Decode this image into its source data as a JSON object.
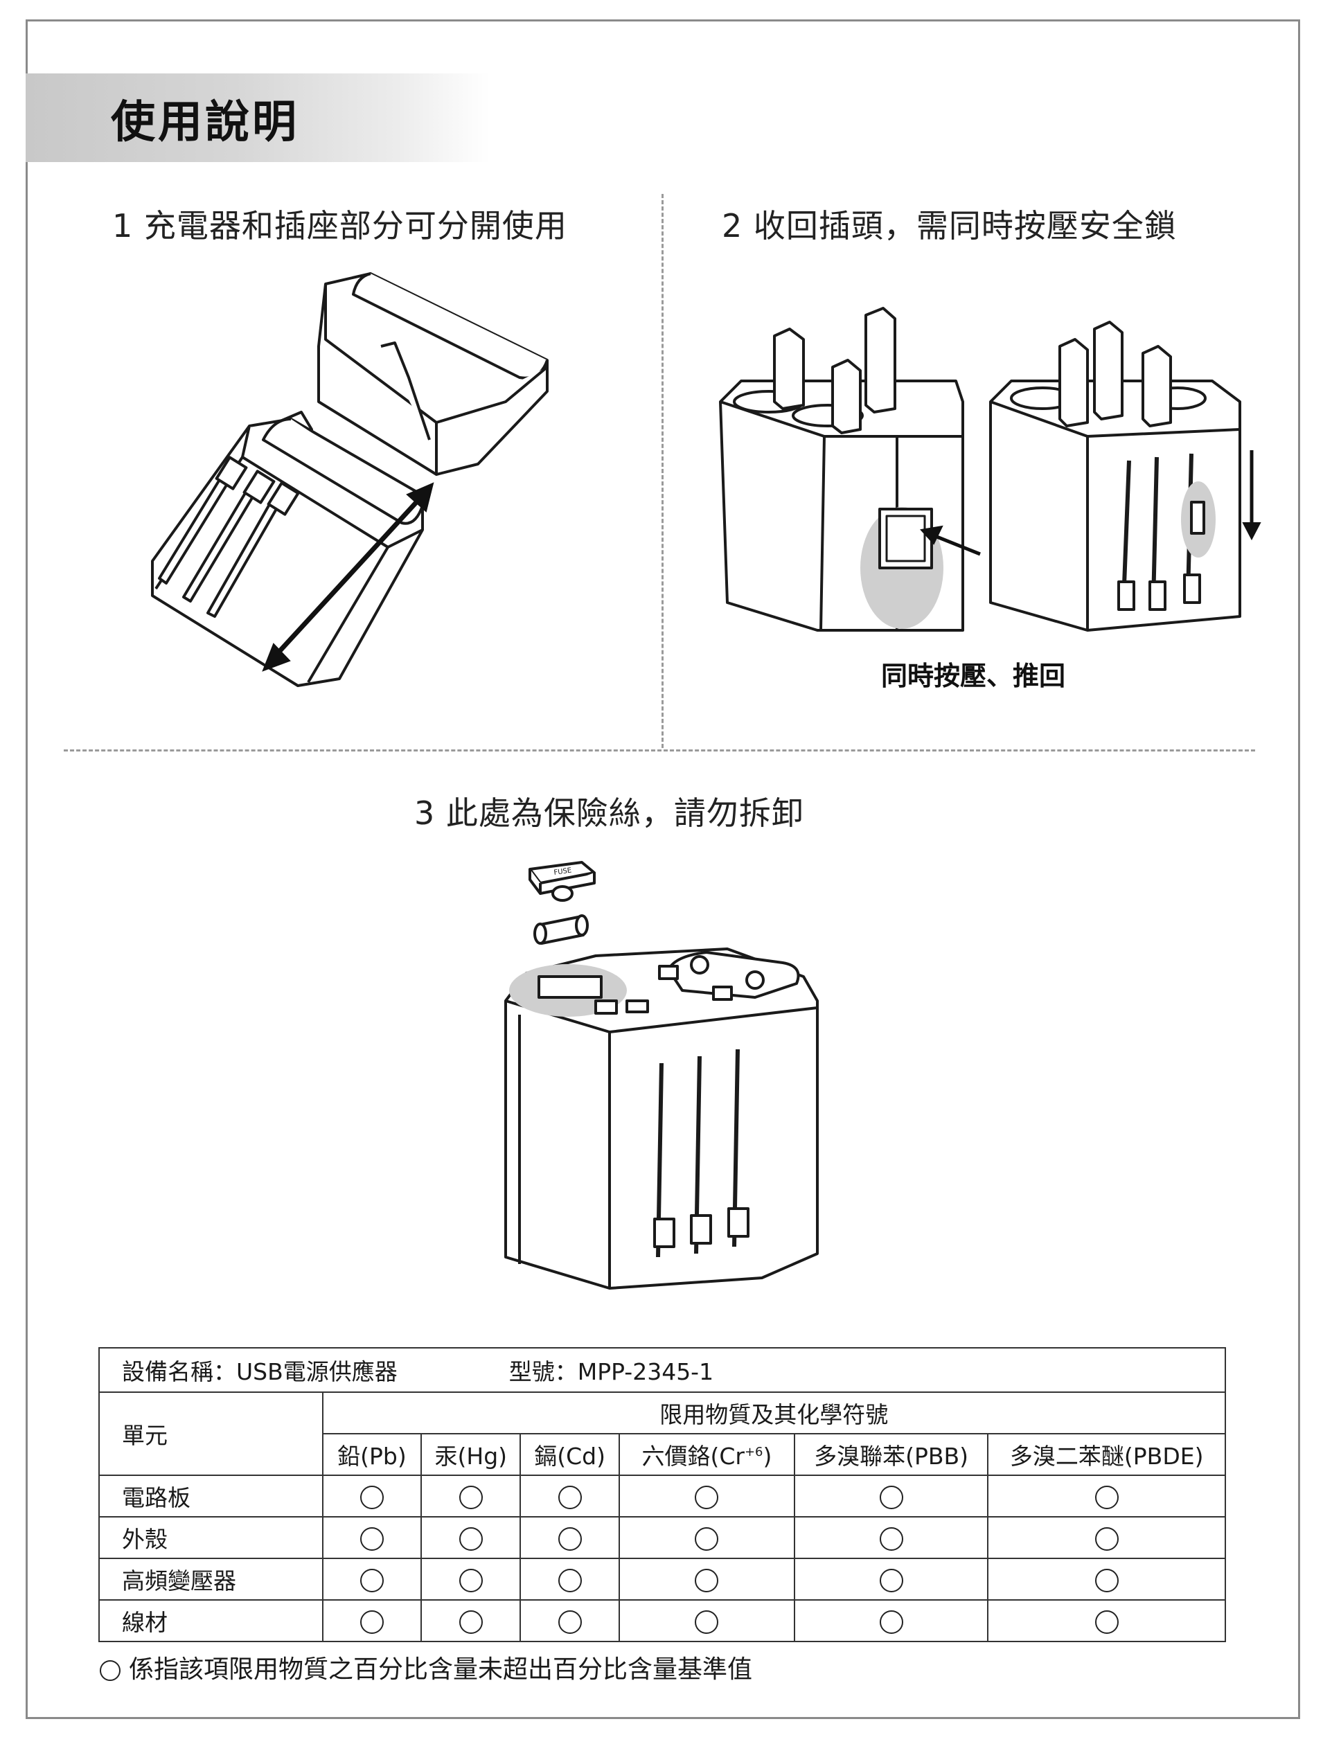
{
  "title": "使用說明",
  "steps": {
    "step1": "1 充電器和插座部分可分開使用",
    "step2": "2 收回插頭，需同時按壓安全鎖",
    "step2_annotation": "同時按壓、推回",
    "step3": "3 此處為保險絲，請勿拆卸"
  },
  "fuse_label": "FUSE",
  "table": {
    "device_name_label": "設備名稱：USB電源供應器",
    "model_label": "型號：MPP-2345-1",
    "unit_header": "單元",
    "restricted_header": "限用物質及其化學符號",
    "substances": [
      "鉛(Pb)",
      "汞(Hg)",
      "鎘(Cd)",
      "六價鉻(Cr",
      "多溴聯苯(PBB)",
      "多溴二苯醚(PBDE)"
    ],
    "cr_superscript": "+6",
    "cr_close": ")",
    "rows": [
      {
        "unit": "電路板",
        "marks": [
          "○",
          "○",
          "○",
          "○",
          "○",
          "○"
        ]
      },
      {
        "unit": "外殼",
        "marks": [
          "○",
          "○",
          "○",
          "○",
          "○",
          "○"
        ]
      },
      {
        "unit": "高頻變壓器",
        "marks": [
          "○",
          "○",
          "○",
          "○",
          "○",
          "○"
        ]
      },
      {
        "unit": "線材",
        "marks": [
          "○",
          "○",
          "○",
          "○",
          "○",
          "○"
        ]
      }
    ]
  },
  "footnote": "係指該項限用物質之百分比含量未超出百分比含量基準值"
}
